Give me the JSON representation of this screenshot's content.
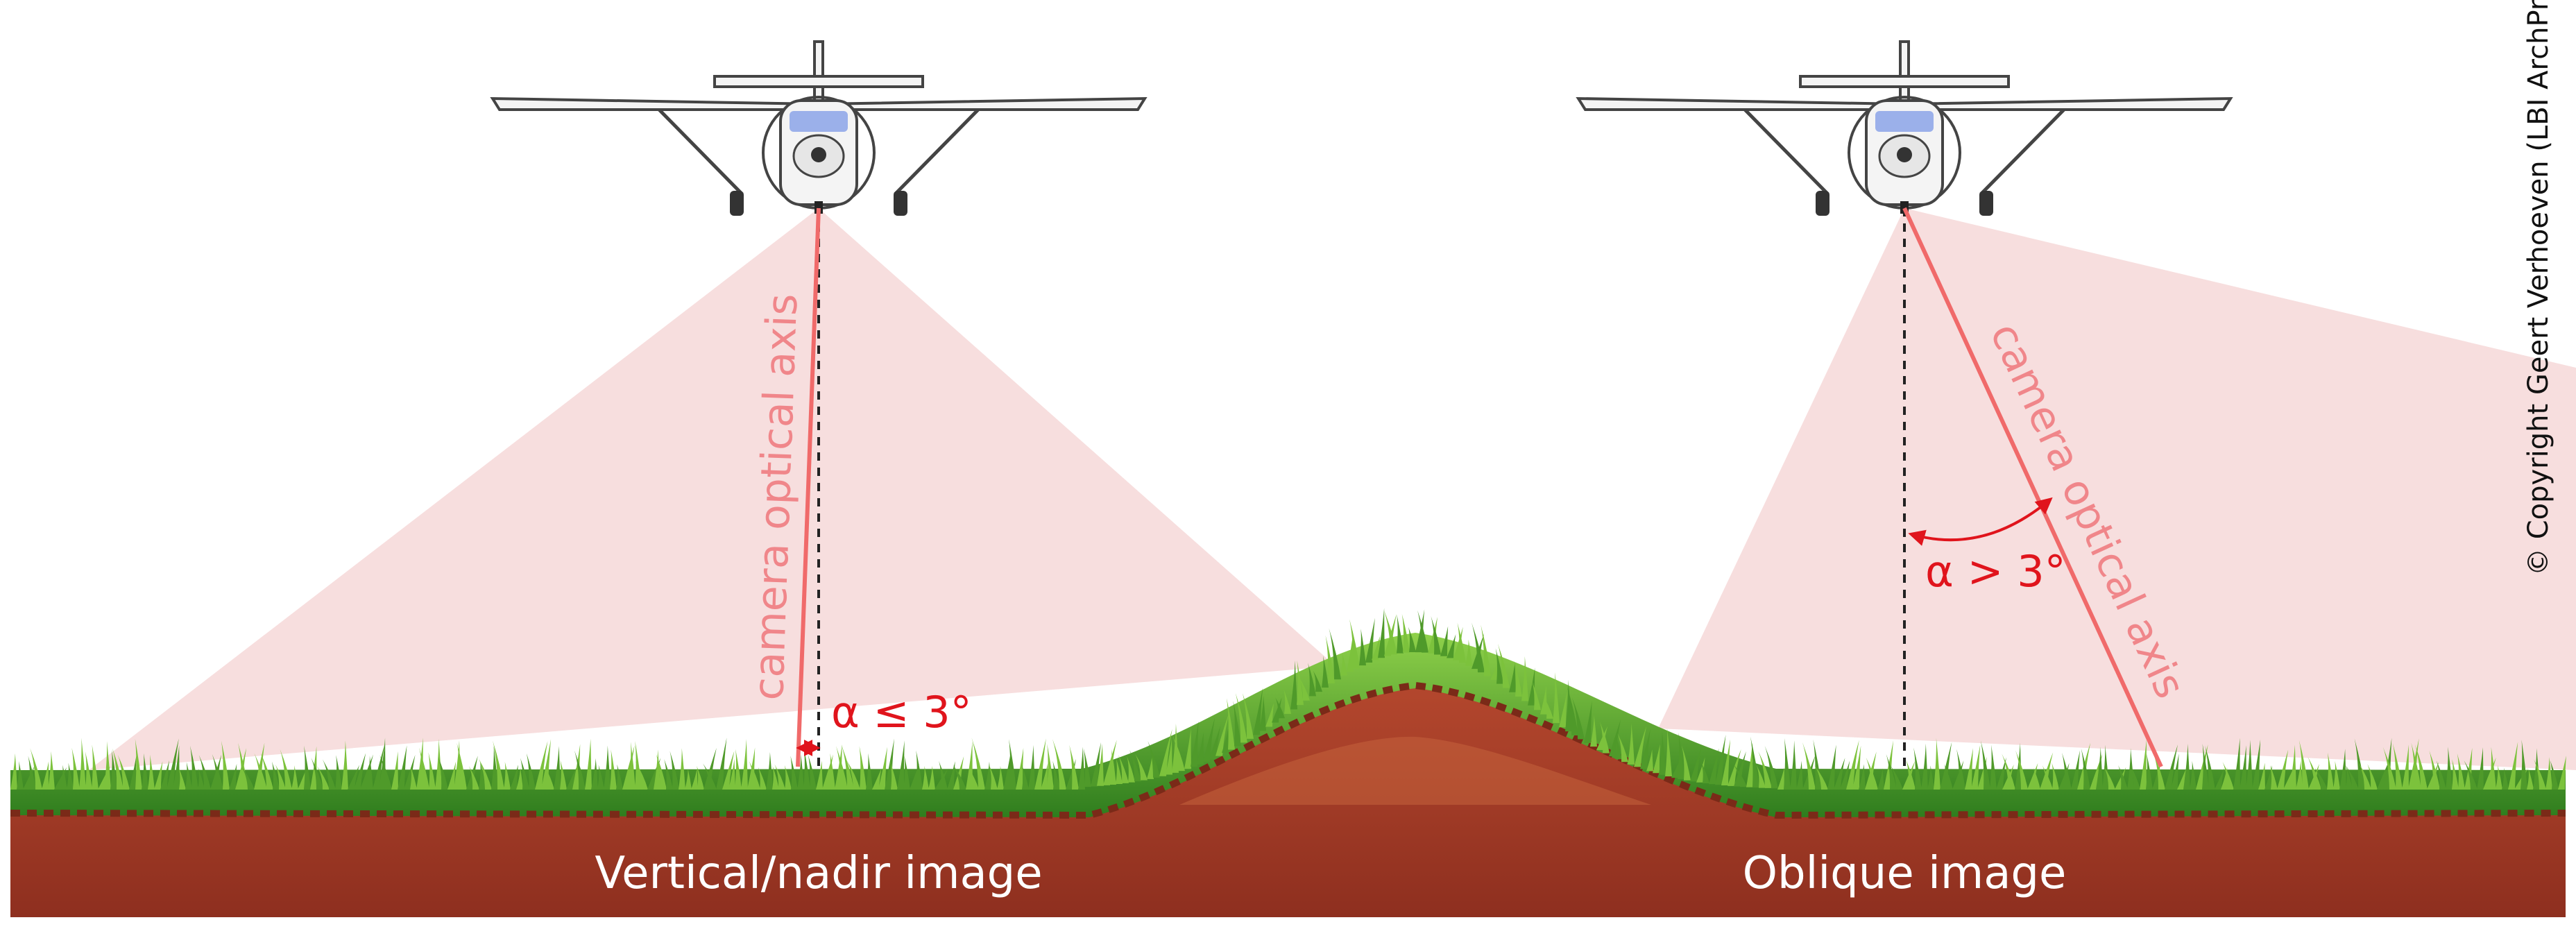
{
  "diagram": {
    "left_panel": {
      "caption": "Vertical/nadir image",
      "axis_label": "camera optical axis",
      "angle_label": "α ≤ 3°"
    },
    "right_panel": {
      "caption": "Oblique image",
      "axis_label": "camera optical axis",
      "angle_label": "α > 3°"
    },
    "copyright": "© Copyright Geert Verhoeven (LBI ArchPro)"
  },
  "colors": {
    "footprint": "#f7dede",
    "axis_line": "#f06a6a",
    "angle_text": "#e0141c",
    "grass": "#5aa832",
    "soil": "#a8422b"
  },
  "icons": [
    "airplane-icon",
    "camera-icon",
    "grass-strip",
    "hill-mound"
  ]
}
